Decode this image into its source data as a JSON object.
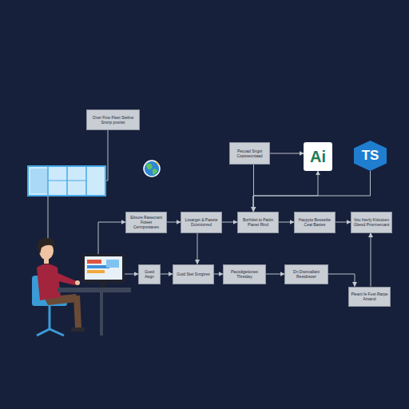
{
  "diagram": {
    "nodes": [
      {
        "text": [
          "Oner Fine Fleet Steline Srsrrp pvsrtet"
        ]
      },
      {
        "text": [
          "Pecuad Sngst Cepssecntaad"
        ]
      },
      {
        "text": [
          "Ai"
        ]
      },
      {
        "text": [
          "TS"
        ]
      },
      {
        "text": [
          "Eitsure Rasecrant Foteet Cermpsstanes"
        ]
      },
      {
        "text": [
          "Lssarget & Pasete Dcsmtorred"
        ]
      },
      {
        "text": [
          "Borhitiet to Pattin Pianet Rind"
        ]
      },
      {
        "text": [
          "Hacpyte Besseitte Ceai Bastes"
        ]
      },
      {
        "text": [
          "Vou hrerly Kistuicen Gbesd Pnsrmeruant"
        ]
      },
      {
        "text": [
          "Gued Aegn"
        ]
      },
      {
        "text": [
          "Gutd Stet Snrgtres"
        ]
      },
      {
        "text": [
          "Pacsdigetiones Thretdey"
        ]
      },
      {
        "text": [
          "Dn Dsercallant Reetdreoer"
        ]
      },
      {
        "text": [
          "Pleant fe Fuet Rarpe Arsand"
        ]
      }
    ],
    "edges": [
      {
        "from": 1,
        "to": 2,
        "arrow": "to"
      },
      {
        "from": 1,
        "to": 6,
        "arrow": "to"
      },
      {
        "from": 2,
        "to": 6,
        "arrow": "both"
      },
      {
        "from": 3,
        "to": 6,
        "arrow": "none"
      },
      {
        "from": 4,
        "to": 5,
        "arrow": "to"
      },
      {
        "from": 5,
        "to": 6,
        "arrow": "to"
      },
      {
        "from": 6,
        "to": 7,
        "arrow": "to"
      },
      {
        "from": 7,
        "to": 8,
        "arrow": "to"
      },
      {
        "from": 5,
        "to": 10,
        "arrow": "to"
      },
      {
        "from": 9,
        "to": 10,
        "arrow": "to"
      },
      {
        "from": 10,
        "to": 11,
        "arrow": "to"
      },
      {
        "from": 11,
        "to": 12,
        "arrow": "to"
      },
      {
        "from": 12,
        "to": 13,
        "arrow": "to"
      },
      {
        "from": 13,
        "to": 8,
        "arrow": "to"
      }
    ]
  }
}
